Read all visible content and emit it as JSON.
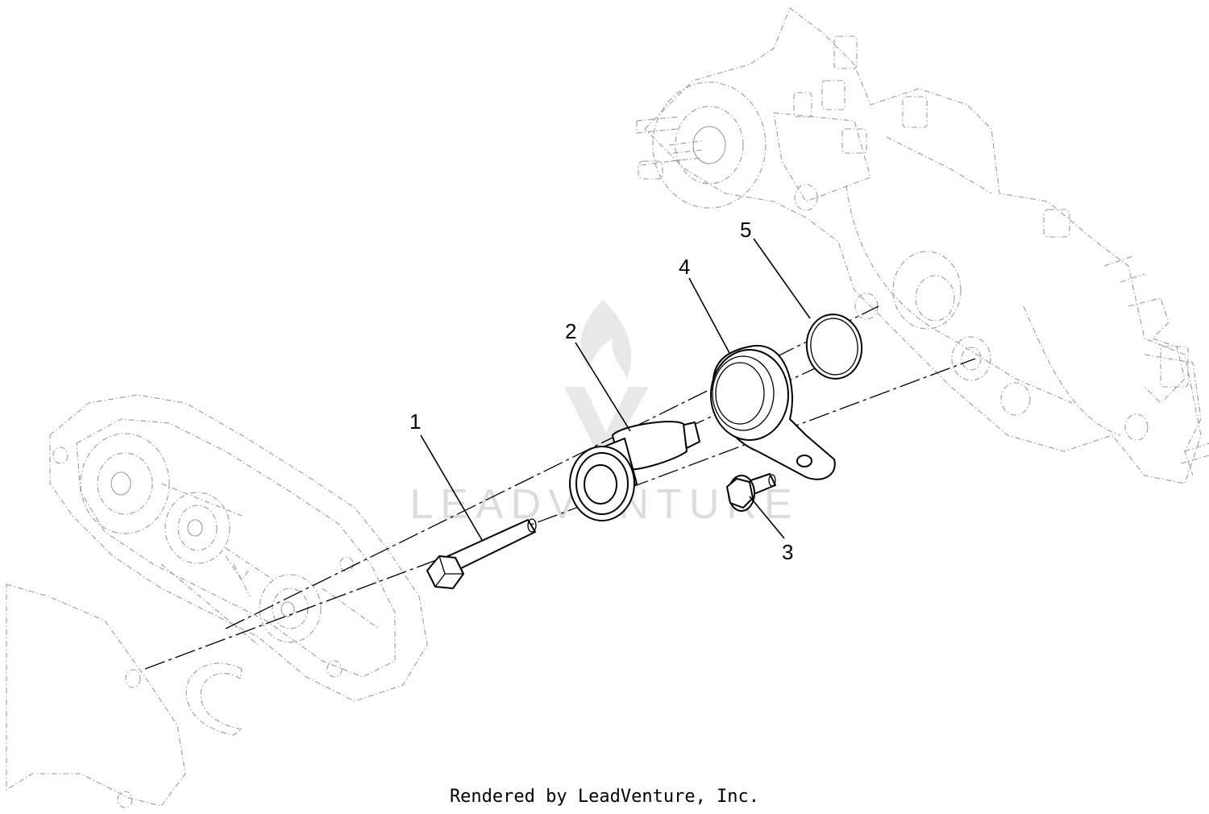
{
  "callouts": [
    {
      "number": "1",
      "target": "bolt"
    },
    {
      "number": "2",
      "target": "pulley-spacer"
    },
    {
      "number": "3",
      "target": "flange-bolt"
    },
    {
      "number": "4",
      "target": "idler-bracket"
    },
    {
      "number": "5",
      "target": "o-ring"
    }
  ],
  "watermark": "LEADVENTURE",
  "footer": "Rendered by LeadVenture, Inc.",
  "colors": {
    "line": "#000000",
    "ghost": "#9a9a9a",
    "watermark": "#d9d9d9"
  }
}
